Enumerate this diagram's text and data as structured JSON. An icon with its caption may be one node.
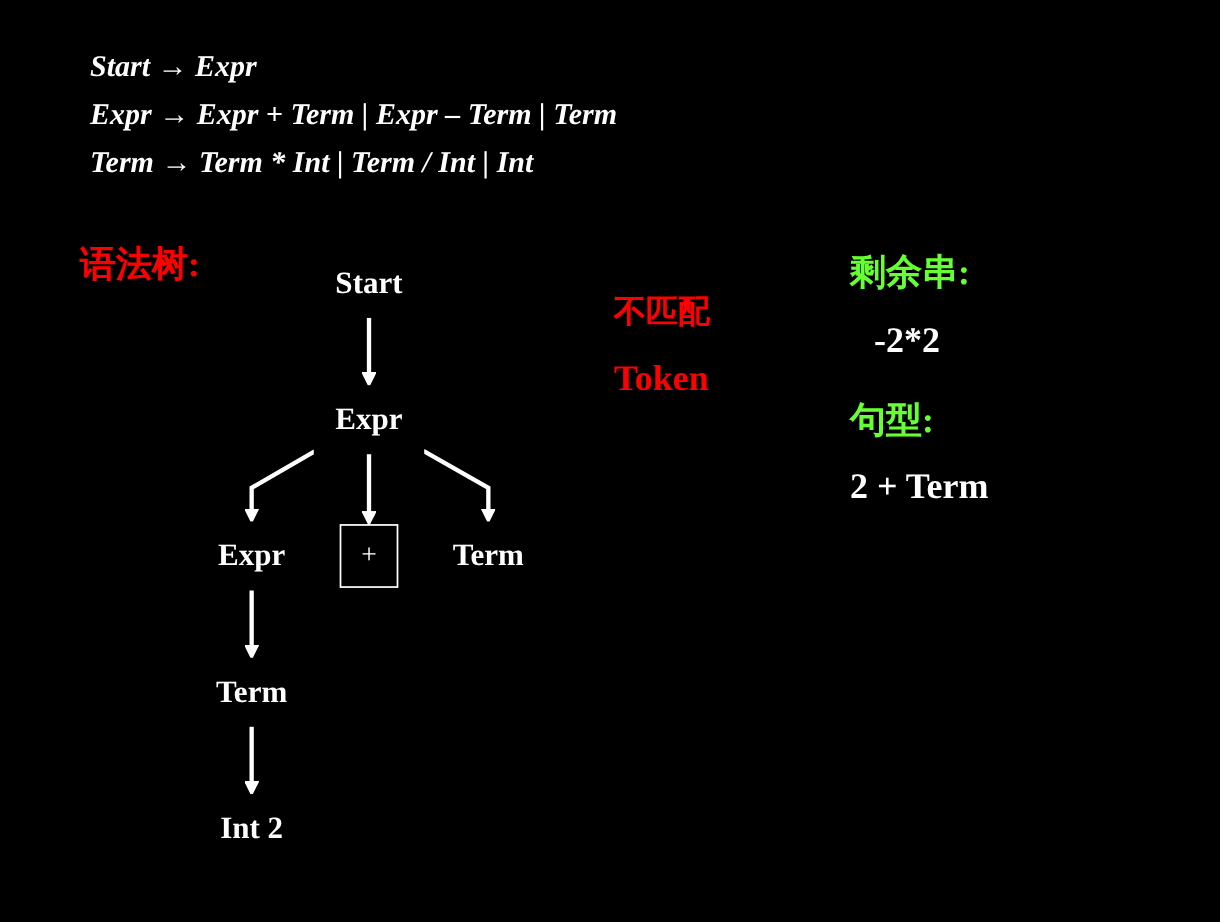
{
  "diagram": {
    "nodes": [
      {
        "text": [
          "Start"
        ]
      },
      {
        "text": [
          "Expr"
        ]
      },
      {
        "text": [
          "Expr"
        ]
      },
      {
        "text": [
          "+"
        ]
      },
      {
        "text": [
          "Term"
        ]
      },
      {
        "text": [
          "Term"
        ]
      },
      {
        "text": [
          "Int 2"
        ]
      }
    ],
    "edges": [
      {
        "from": 0,
        "to": 1,
        "arrow": "to"
      },
      {
        "from": 1,
        "to": 2,
        "arrow": "to"
      },
      {
        "from": 1,
        "to": 3,
        "arrow": "to"
      },
      {
        "from": 1,
        "to": 4,
        "arrow": "to"
      },
      {
        "from": 2,
        "to": 5,
        "arrow": "to"
      },
      {
        "from": 5,
        "to": 6,
        "arrow": "to"
      }
    ],
    "labels": [
      "Start → Expr",
      "Expr → Expr + Term | Expr – Term | Term",
      "Term → Term * Int | Term / Int | Int",
      "语法树:",
      "剩余串:",
      "不匹配",
      "-2*2",
      "Token",
      "句型:",
      "2 + Term"
    ]
  }
}
